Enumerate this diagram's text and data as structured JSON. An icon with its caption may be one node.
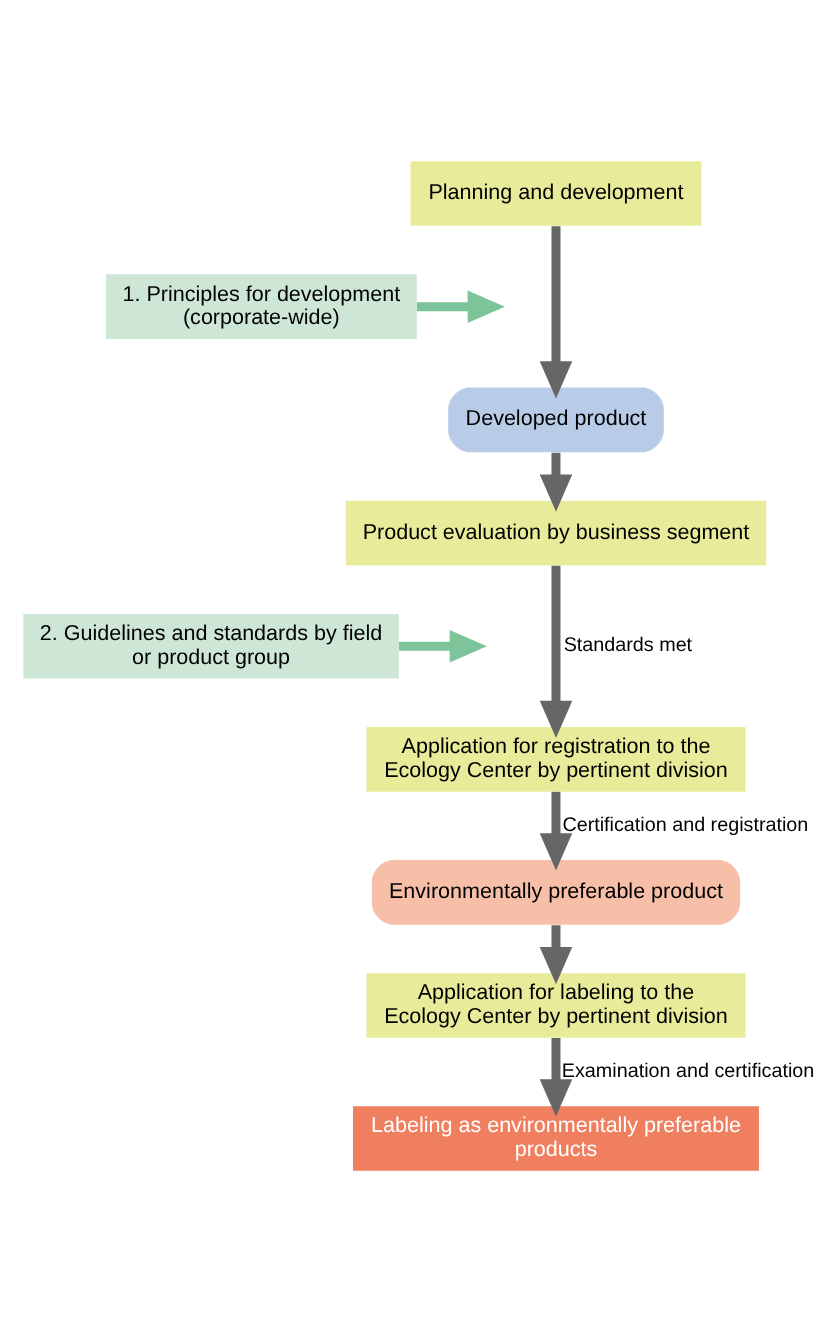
{
  "diagram": {
    "nodes": [
      {
        "text": [
          "Planning and development"
        ]
      },
      {
        "text": [
          "1. Principles for development (corporate-wide)"
        ]
      },
      {
        "text": [
          "Developed product"
        ]
      },
      {
        "text": [
          "Product evaluation by business segment"
        ]
      },
      {
        "text": [
          "2. Guidelines and standards by field or product group"
        ]
      },
      {
        "text": [
          "Application for registration to the Ecology Center by pertinent division"
        ]
      },
      {
        "text": [
          "Environmentally preferable product"
        ]
      },
      {
        "text": [
          "Application for labeling to the Ecology Center by pertinent division"
        ]
      },
      {
        "text": [
          "Labeling as environmentally preferable products"
        ]
      }
    ],
    "edges": [
      {
        "from": 0,
        "to": 2,
        "arrow": "to"
      },
      {
        "from": 1,
        "to": null,
        "arrow": "to",
        "color": "#7dc49a"
      },
      {
        "from": 2,
        "to": 3,
        "arrow": "to"
      },
      {
        "from": 4,
        "to": null,
        "arrow": "to",
        "color": "#7dc49a"
      },
      {
        "from": 3,
        "to": 5,
        "arrow": "to",
        "label": "Standards met"
      },
      {
        "from": 5,
        "to": 6,
        "arrow": "to",
        "label": "Certification and registration"
      },
      {
        "from": 6,
        "to": 7,
        "arrow": "to"
      },
      {
        "from": 7,
        "to": 8,
        "arrow": "to",
        "label": "Examination and certification"
      }
    ]
  }
}
